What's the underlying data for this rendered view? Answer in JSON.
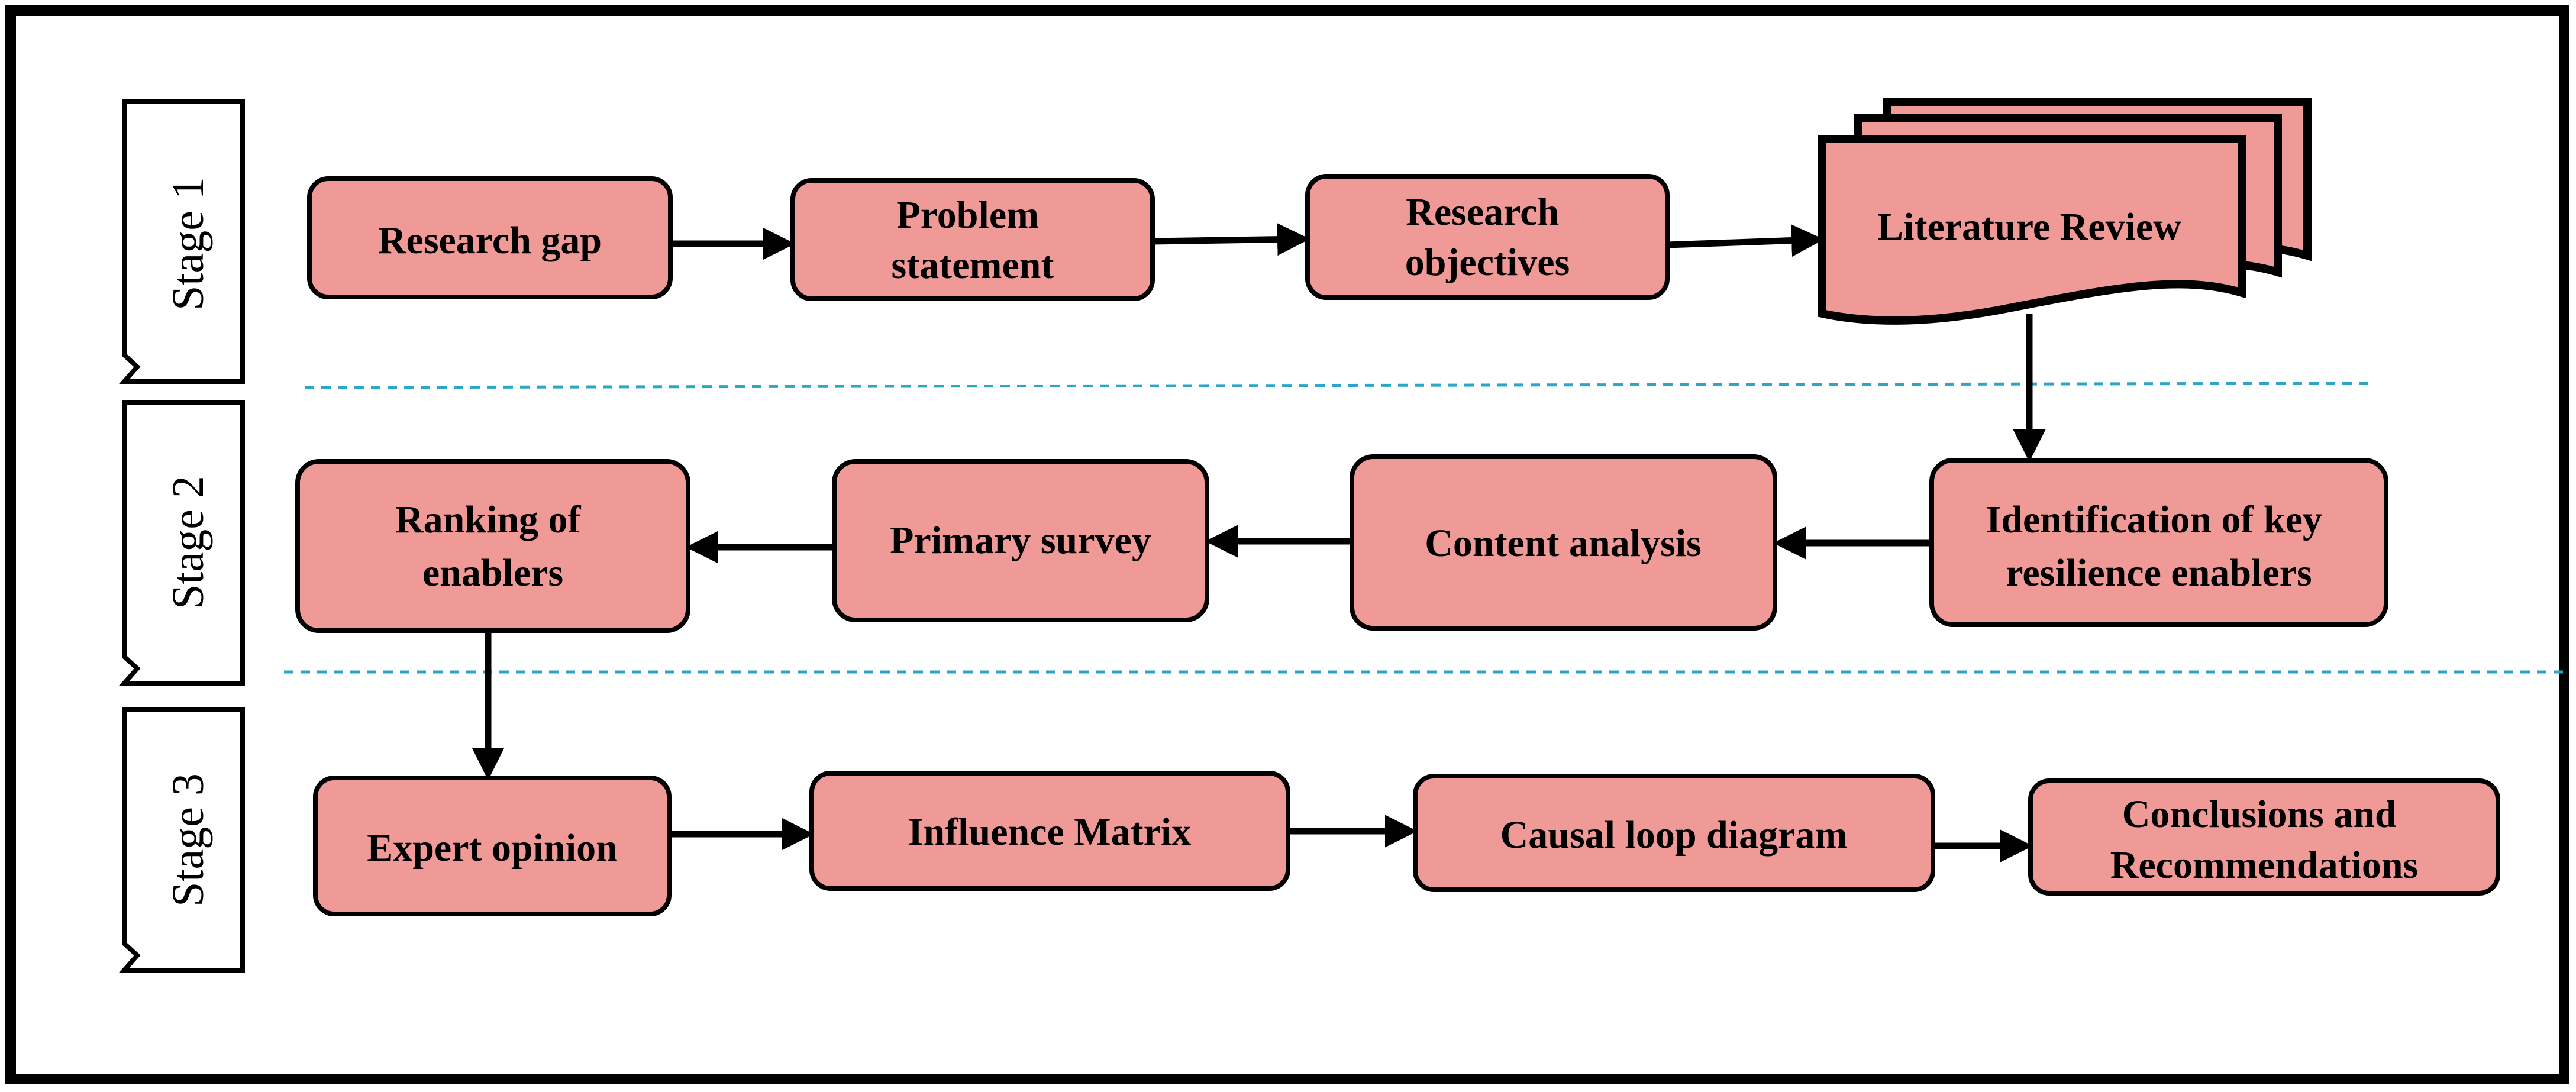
{
  "stages": [
    {
      "id": "stage1",
      "label": "Stage 1"
    },
    {
      "id": "stage2",
      "label": "Stage 2"
    },
    {
      "id": "stage3",
      "label": "Stage 3"
    }
  ],
  "nodes": {
    "research_gap": {
      "lines": [
        "Research gap"
      ]
    },
    "problem_statement": {
      "lines": [
        "Problem",
        "statement"
      ]
    },
    "research_objectives": {
      "lines": [
        "Research",
        "objectives"
      ]
    },
    "literature_review": {
      "lines": [
        "Literature Review"
      ]
    },
    "identification": {
      "lines": [
        "Identification of key",
        "resilience enablers"
      ]
    },
    "content_analysis": {
      "lines": [
        "Content analysis"
      ]
    },
    "primary_survey": {
      "lines": [
        "Primary survey"
      ]
    },
    "ranking": {
      "lines": [
        "Ranking of",
        "enablers"
      ]
    },
    "expert_opinion": {
      "lines": [
        "Expert opinion"
      ]
    },
    "influence_matrix": {
      "lines": [
        "Influence Matrix"
      ]
    },
    "causal_loop": {
      "lines": [
        "Causal loop diagram"
      ]
    },
    "conclusions": {
      "lines": [
        "Conclusions and",
        "Recommendations"
      ]
    }
  },
  "colors": {
    "node_fill": "#f09a98",
    "stroke": "#000000",
    "separator": "#2aa6c8",
    "background": "#ffffff"
  }
}
